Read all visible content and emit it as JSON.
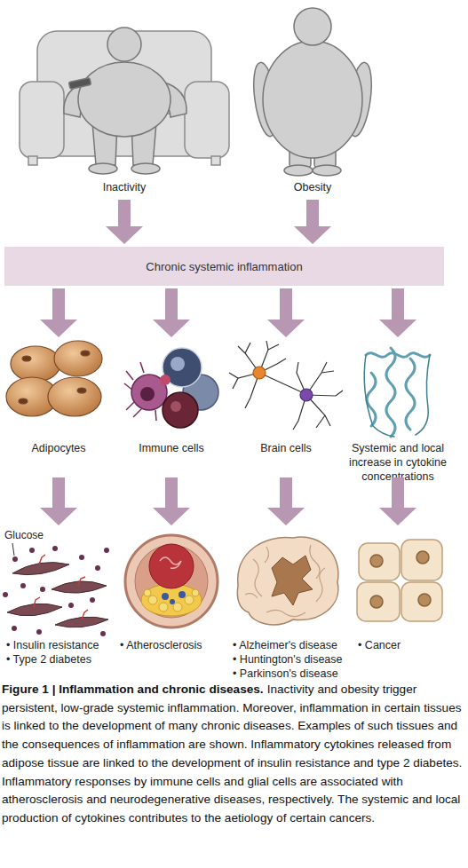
{
  "diagram": {
    "title": "Figure 1 | Inflammation and chronic diseases.",
    "caption": "Inactivity and obesity trigger persistent, low-grade systemic inflammation. Moreover, inflammation in certain tissues is linked to the development of many chronic diseases. Examples of such tissues and the consequences of inflammation are shown. Inflammatory cytokines released from adipose tissue are linked to the development of insulin resistance and type 2 diabetes. Inflammatory responses by immune cells and glial cells are associated with atherosclerosis and neurodegenerative diseases, respectively. The systemic and local production of cytokines contributes to the aetiology of certain cancers.",
    "nodes": [
      {
        "text": [
          "Inactivity"
        ]
      },
      {
        "text": [
          "Obesity"
        ]
      },
      {
        "text": [
          "Chronic systemic inflammation"
        ]
      },
      {
        "text": [
          "Adipocytes"
        ]
      },
      {
        "text": [
          "Immune cells"
        ]
      },
      {
        "text": [
          "Brain cells"
        ]
      },
      {
        "text": [
          "Systemic and local increase in cytokine concentrations"
        ]
      },
      {
        "text": [
          "• Insulin resistance",
          "• Type 2 diabetes"
        ]
      },
      {
        "text": [
          "• Atherosclerosis"
        ]
      },
      {
        "text": [
          "• Alzheimer's disease",
          "• Huntington's disease",
          "• Parkinson's disease"
        ]
      },
      {
        "text": [
          "• Cancer"
        ]
      }
    ],
    "edges": [
      {
        "from": 0,
        "to": 2,
        "arrow": "to"
      },
      {
        "from": 1,
        "to": 2,
        "arrow": "to"
      },
      {
        "from": 2,
        "to": 3,
        "arrow": "to"
      },
      {
        "from": 2,
        "to": 4,
        "arrow": "to"
      },
      {
        "from": 2,
        "to": 5,
        "arrow": "to"
      },
      {
        "from": 2,
        "to": 6,
        "arrow": "to"
      },
      {
        "from": 3,
        "to": 7,
        "arrow": "to"
      },
      {
        "from": 4,
        "to": 8,
        "arrow": "to"
      },
      {
        "from": 5,
        "to": 9,
        "arrow": "to"
      },
      {
        "from": 6,
        "to": 10,
        "arrow": "to"
      }
    ],
    "labels": [
      "Glucose"
    ]
  }
}
